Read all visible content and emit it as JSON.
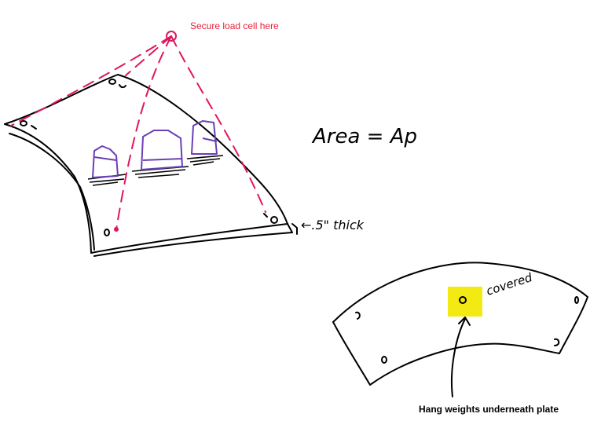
{
  "annotations": {
    "load_cell_note": "Secure load cell here",
    "area_formula": "Area = Ap",
    "thickness_note": "←.5\" thick",
    "covered_note": "covered",
    "hang_weights_note": "Hang weights underneath plate"
  },
  "colors": {
    "ink": "#000000",
    "dash_line": "#e0155f",
    "label_red": "#e8213b",
    "weights": "#6a3fb6",
    "highlight": "#f2ea12"
  }
}
